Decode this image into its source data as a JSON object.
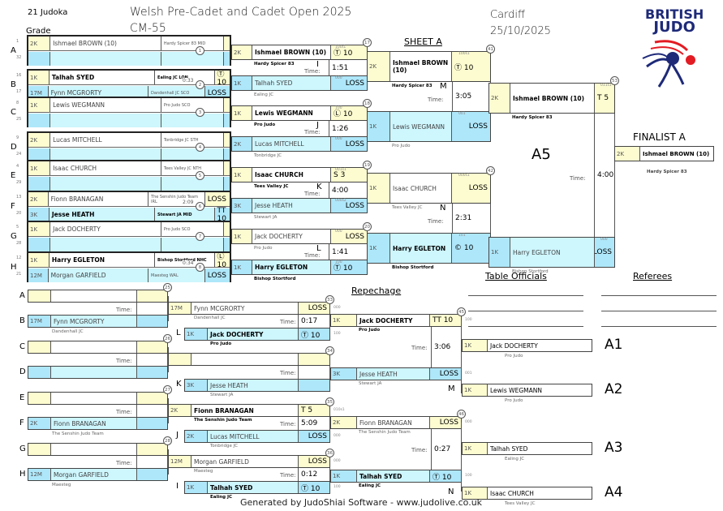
{
  "header": {
    "judoka_count": "21 Judoka",
    "grade_label": "Grade",
    "title": "Welsh Pre-Cadet and Cadet Open 2025",
    "category": "CM-55",
    "location": "Cardiff",
    "date": "25/10/2025",
    "sheet": "SHEET A",
    "logo_line1": "BRITISH",
    "logo_line2": "JUDO"
  },
  "pool": [
    {
      "letter": "A",
      "seed1": "1",
      "seed2": "32",
      "grade1": "2K",
      "name1": "Ishmael BROWN (10)",
      "club1": "Hardy Spicer 83 MID",
      "grade2": "",
      "name2": "",
      "club2": "",
      "score1": "",
      "score2": "",
      "time": "",
      "match": "1"
    },
    {
      "letter": "B",
      "seed1": "16",
      "seed2": "17",
      "grade1": "1K",
      "name1": "Talhah SYED",
      "club1": "Ealing JC LON",
      "grade2": "17M",
      "name2": "Fynn MCGRORTY",
      "club2": "Dandenhall JC SCO",
      "score1": "Ⓣ 10",
      "score2": "LOSS",
      "time": "0:33",
      "match": "2"
    },
    {
      "letter": "C",
      "seed1": "8",
      "seed2": "25",
      "grade1": "1K",
      "name1": "Lewis WEGMANN",
      "club1": "Pro Judo SCO",
      "grade2": "",
      "name2": "",
      "club2": "",
      "score1": "",
      "score2": "",
      "time": "",
      "match": "3"
    },
    {
      "letter": "D",
      "seed1": "9",
      "seed2": "24",
      "grade1": "2K",
      "name1": "Lucas MITCHELL",
      "club1": "Tonbridge JC STH",
      "grade2": "",
      "name2": "",
      "club2": "",
      "score1": "",
      "score2": "",
      "time": "",
      "match": "4"
    },
    {
      "letter": "E",
      "seed1": "4",
      "seed2": "29",
      "grade1": "1K",
      "name1": "Isaac CHURCH",
      "club1": "Tees Valley JC NTH",
      "grade2": "",
      "name2": "",
      "club2": "",
      "score1": "",
      "score2": "",
      "time": "",
      "match": "5"
    },
    {
      "letter": "F",
      "seed1": "13",
      "seed2": "20",
      "grade1": "2K",
      "name1": "Fionn BRANAGAN",
      "club1": "The Senshin Judo Team IRL",
      "grade2": "3K",
      "name2": "Jesse HEATH",
      "club2": "Stewart JA MID",
      "score1": "LOSS",
      "score2": "TT 10",
      "time": "2:09",
      "match": "6"
    },
    {
      "letter": "G",
      "seed1": "5",
      "seed2": "28",
      "grade1": "1K",
      "name1": "Jack DOCHERTY",
      "club1": "Pro Judo SCO",
      "grade2": "",
      "name2": "",
      "club2": "",
      "score1": "",
      "score2": "",
      "time": "",
      "match": "7"
    },
    {
      "letter": "H",
      "seed1": "12",
      "seed2": "21",
      "grade1": "1K",
      "name1": "Harry EGLETON",
      "club1": "Bishop Stortford NHC",
      "grade2": "12M",
      "name2": "Morgan GARFIELD",
      "club2": "Maesteg WAL",
      "score1": "Ⓛ 10",
      "score2": "LOSS",
      "time": "0:34",
      "match": "8"
    }
  ],
  "round2": [
    {
      "match": "17",
      "letter": "I",
      "grade1": "2K",
      "name1": "Ishmael BROWN (10)",
      "club1": "Hardy Spicer 83",
      "score1": "Ⓣ 10",
      "code1": "100t1",
      "grade2": "1K",
      "name2": "Talhah SYED",
      "club2": "Ealing JC",
      "score2": "LOSS",
      "code2": "000",
      "time": "1:51",
      "pre1": "100",
      "pre2": "000"
    },
    {
      "match": "18",
      "letter": "J",
      "grade1": "1K",
      "name1": "Lewis WEGMANN",
      "club1": "Pro Judo",
      "score1": "Ⓛ 10",
      "code1": "100",
      "grade2": "2K",
      "name2": "Lucas MITCHELL",
      "club2": "Tonbridge JC",
      "score2": "LOSS",
      "code2": "000",
      "time": "1:26",
      "pre1": "",
      "pre2": ""
    },
    {
      "match": "19",
      "letter": "K",
      "grade1": "1K",
      "name1": "Isaac CHURCH",
      "club1": "Tees Valley JC",
      "score1": "S 3",
      "code1": "001s1",
      "grade2": "3K",
      "name2": "Jesse HEATH",
      "club2": "Stewart JA",
      "score2": "LOSS",
      "code2": "000s2",
      "time": "4:00",
      "pre1": "000",
      "pre2": "101"
    },
    {
      "match": "20",
      "letter": "L",
      "grade1": "1K",
      "name1": "Jack DOCHERTY",
      "club1": "Pro Judo",
      "score1": "LOSS",
      "code1": "000",
      "grade2": "1K",
      "name2": "Harry EGLETON",
      "club2": "Bishop Stortford",
      "score2": "Ⓣ 10",
      "code2": "100",
      "time": "1:41",
      "pre1": "101",
      "pre2": "000"
    }
  ],
  "semis": [
    {
      "match": "41",
      "letter": "M",
      "grade1": "2K",
      "name1": "Ishmael BROWN (10)",
      "club1": "Hardy Spicer 83",
      "score1": "Ⓣ 10",
      "code1": "100s1",
      "grade2": "1K",
      "name2": "Lewis WEGMANN",
      "club2": "Pro Judo",
      "score2": "LOSS",
      "code2": "001",
      "time": "3:05"
    },
    {
      "match": "42",
      "letter": "N",
      "grade1": "1K",
      "name1": "Isaac CHURCH",
      "club1": "Tees Valley JC",
      "score1": "LOSS",
      "code1": "000s1",
      "grade2": "1K",
      "name2": "Harry EGLETON",
      "club2": "Bishop Stortford",
      "score2": "© 10",
      "code2": "101",
      "time": "2:31"
    }
  ],
  "final": {
    "match": "53",
    "area": "A5",
    "grade1": "2K",
    "name1": "Ishmael BROWN (10)",
    "club1": "Hardy Spicer 83",
    "score1": "T 5",
    "code1": "011s1",
    "grade2": "1K",
    "name2": "Harry EGLETON",
    "club2": "Bishop Stortford",
    "score2": "LOSS",
    "code2": "000",
    "time": "4:00"
  },
  "finalist": {
    "label": "FINALIST A",
    "grade": "2K",
    "name": "Ishmael BROWN (10)",
    "club": "Hardy Spicer 83"
  },
  "repechage": {
    "title": "Repechage",
    "pool": [
      {
        "letter1": "A",
        "letter2": "B",
        "match": "25",
        "grade2": "17M",
        "name2": "Fynn MCGRORTY",
        "club2": "Dandenhall JC",
        "time_label": "Time:"
      },
      {
        "letter1": "C",
        "letter2": "D",
        "match": "26",
        "grade2": "",
        "name2": "",
        "club2": "",
        "time_label": "Time:"
      },
      {
        "letter1": "E",
        "letter2": "F",
        "match": "27",
        "grade2": "2K",
        "name2": "Fionn BRANAGAN",
        "club2": "The Senshin Judo Team",
        "time_label": "Time:"
      },
      {
        "letter1": "G",
        "letter2": "H",
        "match": "28",
        "grade2": "12M",
        "name2": "Morgan GARFIELD",
        "club2": "Maesteg",
        "time_label": "Time:"
      }
    ],
    "r2": [
      {
        "match": "33",
        "letter": "L",
        "grade1": "17M",
        "name1": "Fynn MCGRORTY",
        "club1": "Dandenhall JC",
        "score1": "LOSS",
        "code1": "000",
        "grade2": "1K",
        "name2": "Jack DOCHERTY",
        "club2": "Pro Judo",
        "score2": "Ⓣ 10",
        "code2": "100",
        "time": "0:17"
      },
      {
        "match": "34",
        "letter": "K",
        "grade1": "",
        "name1": "",
        "club1": "",
        "score1": "",
        "code1": "",
        "grade2": "3K",
        "name2": "Jesse HEATH",
        "club2": "Stewart JA",
        "score2": "",
        "code2": "",
        "time": ""
      },
      {
        "match": "35",
        "letter": "J",
        "grade1": "2K",
        "name1": "Fionn BRANAGAN",
        "club1": "The Senshin Judo Team",
        "score1": "T 5",
        "code1": "010s1",
        "grade2": "2K",
        "name2": "Lucas MITCHELL",
        "club2": "Tonbridge JC",
        "score2": "LOSS",
        "code2": "000",
        "time": "5:09"
      },
      {
        "match": "36",
        "letter": "I",
        "grade1": "12M",
        "name1": "Morgan GARFIELD",
        "club1": "Maesteg",
        "score1": "LOSS",
        "code1": "000",
        "grade2": "1K",
        "name2": "Talhah SYED",
        "club2": "Ealing JC",
        "score2": "Ⓣ 10",
        "code2": "100",
        "time": "0:12"
      }
    ],
    "r3": [
      {
        "match": "45",
        "grade1": "1K",
        "name1": "Jack DOCHERTY",
        "club1": "Pro Judo",
        "score1": "TT 10",
        "code1": "100",
        "grade2": "3K",
        "name2": "Jesse HEATH",
        "club2": "Stewart JA",
        "score2": "LOSS",
        "code2": "001",
        "time": "3:06"
      },
      {
        "match": "46",
        "grade1": "2K",
        "name1": "Fionn BRANAGAN",
        "club1": "The Senshin Judo Team",
        "score1": "LOSS",
        "code1": "000",
        "grade2": "1K",
        "name2": "Talhah SYED",
        "club2": "Ealing JC",
        "score2": "Ⓣ 10",
        "code2": "100",
        "time": "0:27"
      }
    ],
    "bronze": [
      {
        "area": "A1",
        "letter": "",
        "grade": "1K",
        "name": "Jack DOCHERTY",
        "club": "Pro Judo"
      },
      {
        "area": "A2",
        "letter": "M",
        "grade": "1K",
        "name": "Lewis WEGMANN",
        "club": "Pro Judo"
      },
      {
        "area": "A3",
        "letter": "",
        "grade": "1K",
        "name": "Talhah SYED",
        "club": "Ealing JC"
      },
      {
        "area": "A4",
        "letter": "N",
        "grade": "1K",
        "name": "Isaac CHURCH",
        "club": "Tees Valley JC"
      }
    ]
  },
  "officials": {
    "table_label": "Table Officials",
    "referees_label": "Referees"
  },
  "labels": {
    "time": "Time:"
  },
  "footer": "Generated by JudoShiai Software - www.judolive.co.uk"
}
